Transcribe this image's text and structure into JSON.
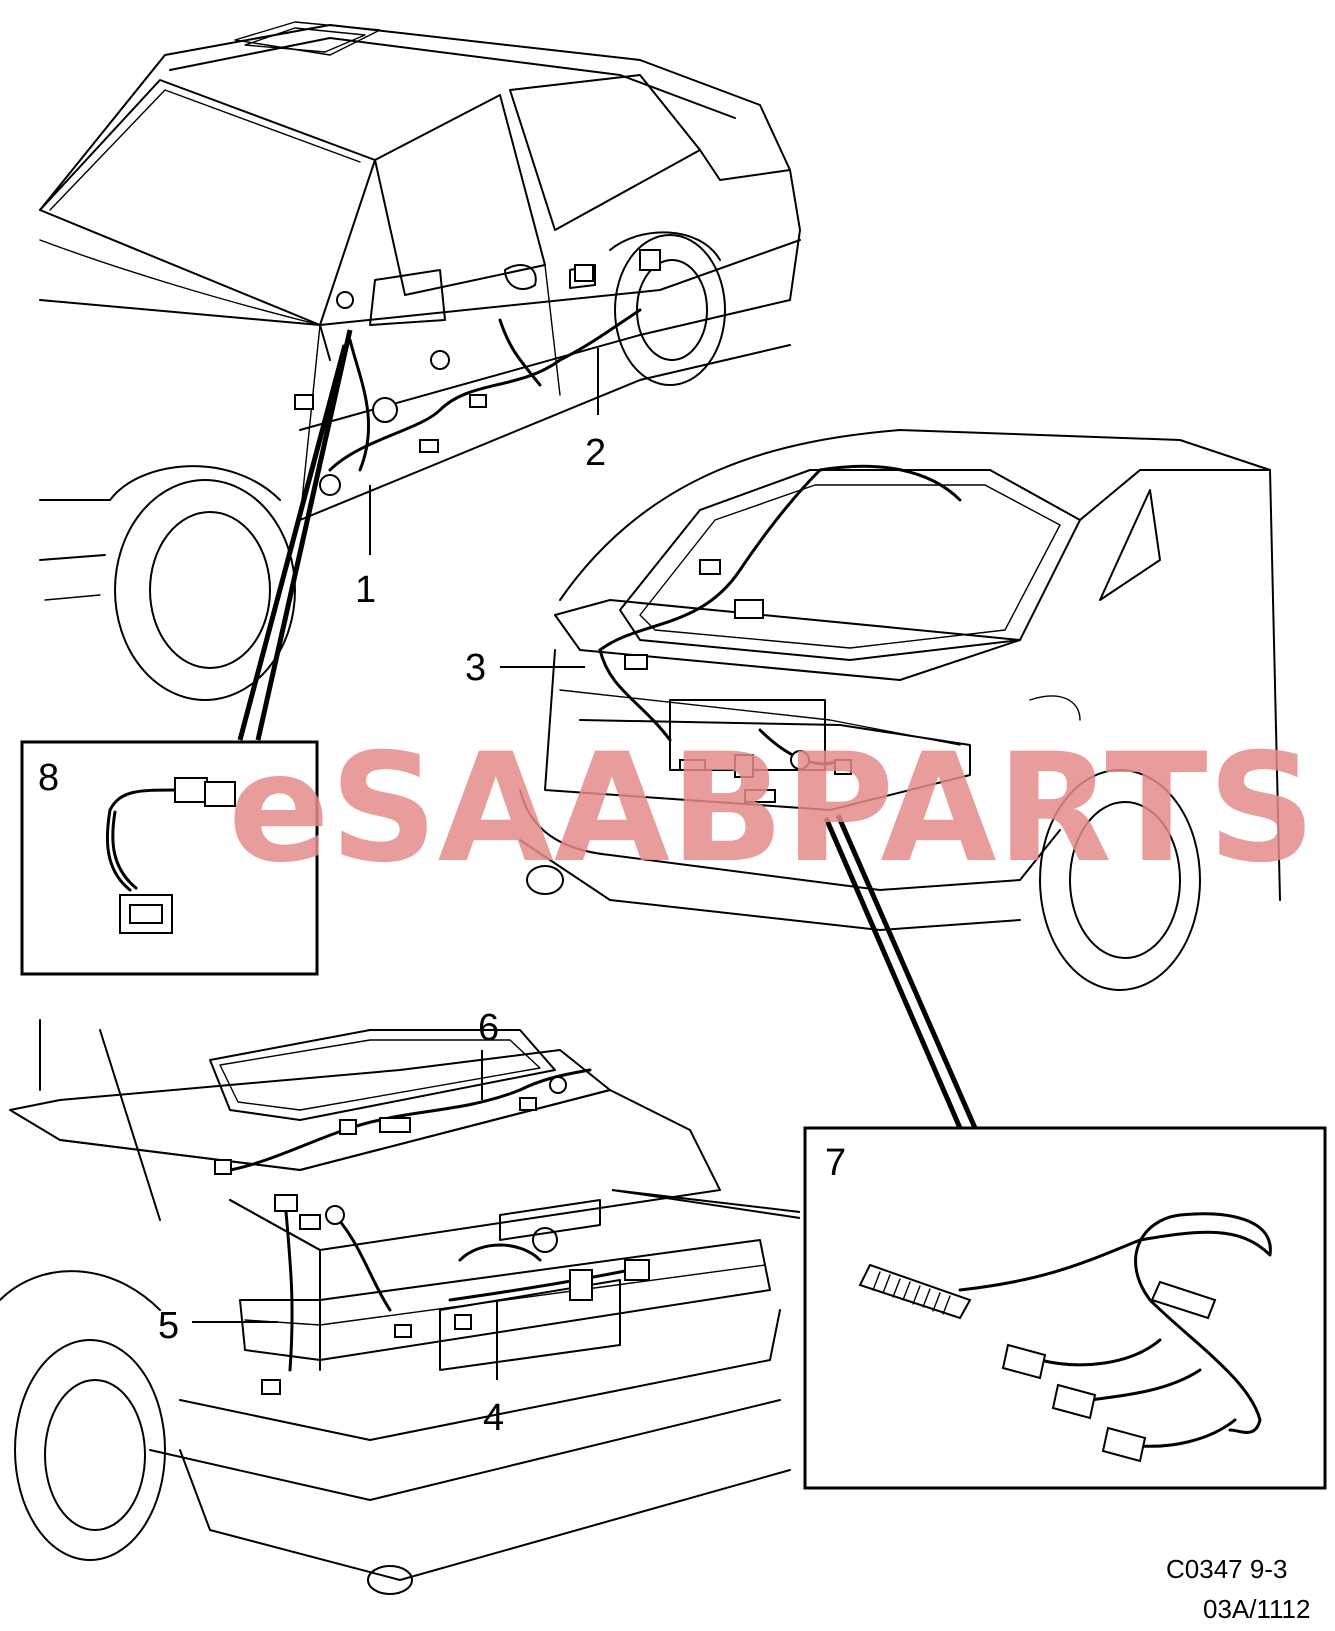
{
  "watermark": {
    "text": "eSAABPARTS",
    "prefix": "eSAAB",
    "suffix": "PARTS",
    "color": "#e48b8b"
  },
  "callouts": [
    "1",
    "2",
    "3",
    "4",
    "5",
    "6",
    "7",
    "8"
  ],
  "footer": {
    "code": "C0347  9-3",
    "ref": "03A/1112"
  }
}
